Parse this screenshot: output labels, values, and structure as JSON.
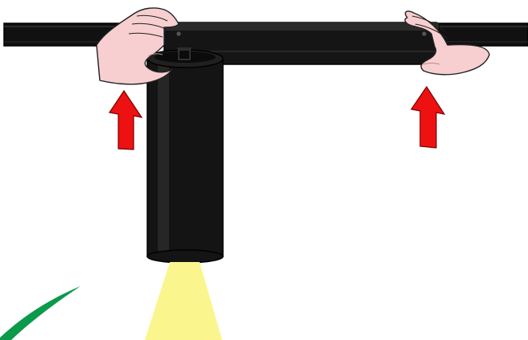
{
  "diagram": {
    "description_items": [
      {
        "id": "track-rail",
        "icon": "track-rail"
      },
      {
        "id": "adapter-housing",
        "icon": "adapter-box"
      },
      {
        "id": "spotlight-cylinder",
        "icon": "spotlight"
      },
      {
        "id": "light-beam",
        "icon": "light-cone"
      },
      {
        "id": "left-hand",
        "icon": "hand"
      },
      {
        "id": "right-hand",
        "icon": "hand"
      },
      {
        "id": "left-arrow",
        "icon": "arrow-up",
        "direction": "up"
      },
      {
        "id": "right-arrow",
        "icon": "arrow-up",
        "direction": "up"
      },
      {
        "id": "check-mark",
        "icon": "check-mark"
      }
    ],
    "colors": {
      "fixture": "#111111",
      "fixture_highlight": "#2b2b2b",
      "outline": "#000000",
      "arrow": "#ee1111",
      "beam": "#fbf58e",
      "skin": "#f7cfd0",
      "skin_shade": "#e9b7b8",
      "check": "#0a9a4a",
      "background": "#ffffff"
    }
  }
}
